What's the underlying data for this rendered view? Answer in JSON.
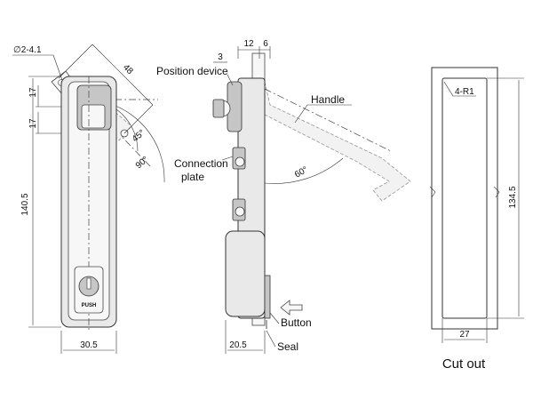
{
  "front_view": {
    "dims": {
      "hole": "∅2-4.1",
      "diag_48": "48",
      "top_17a": "17",
      "top_17b": "17",
      "height": "140.5",
      "width": "30.5",
      "angle_45": "45°",
      "angle_90": "90°"
    },
    "push_text": "PUSH"
  },
  "side_view": {
    "dims": {
      "d12": "12",
      "d6": "6",
      "d3": "3",
      "d20": "20.5",
      "angle_60": "60°"
    },
    "labels": {
      "position_device": "Position device",
      "handle": "Handle",
      "connection_plate_1": "Connection",
      "connection_plate_2": "plate",
      "button": "Button",
      "seal": "Seal"
    }
  },
  "cutout": {
    "dims": {
      "radius": "4-R1",
      "height": "134.5",
      "width": "27"
    },
    "caption": "Cut out"
  }
}
